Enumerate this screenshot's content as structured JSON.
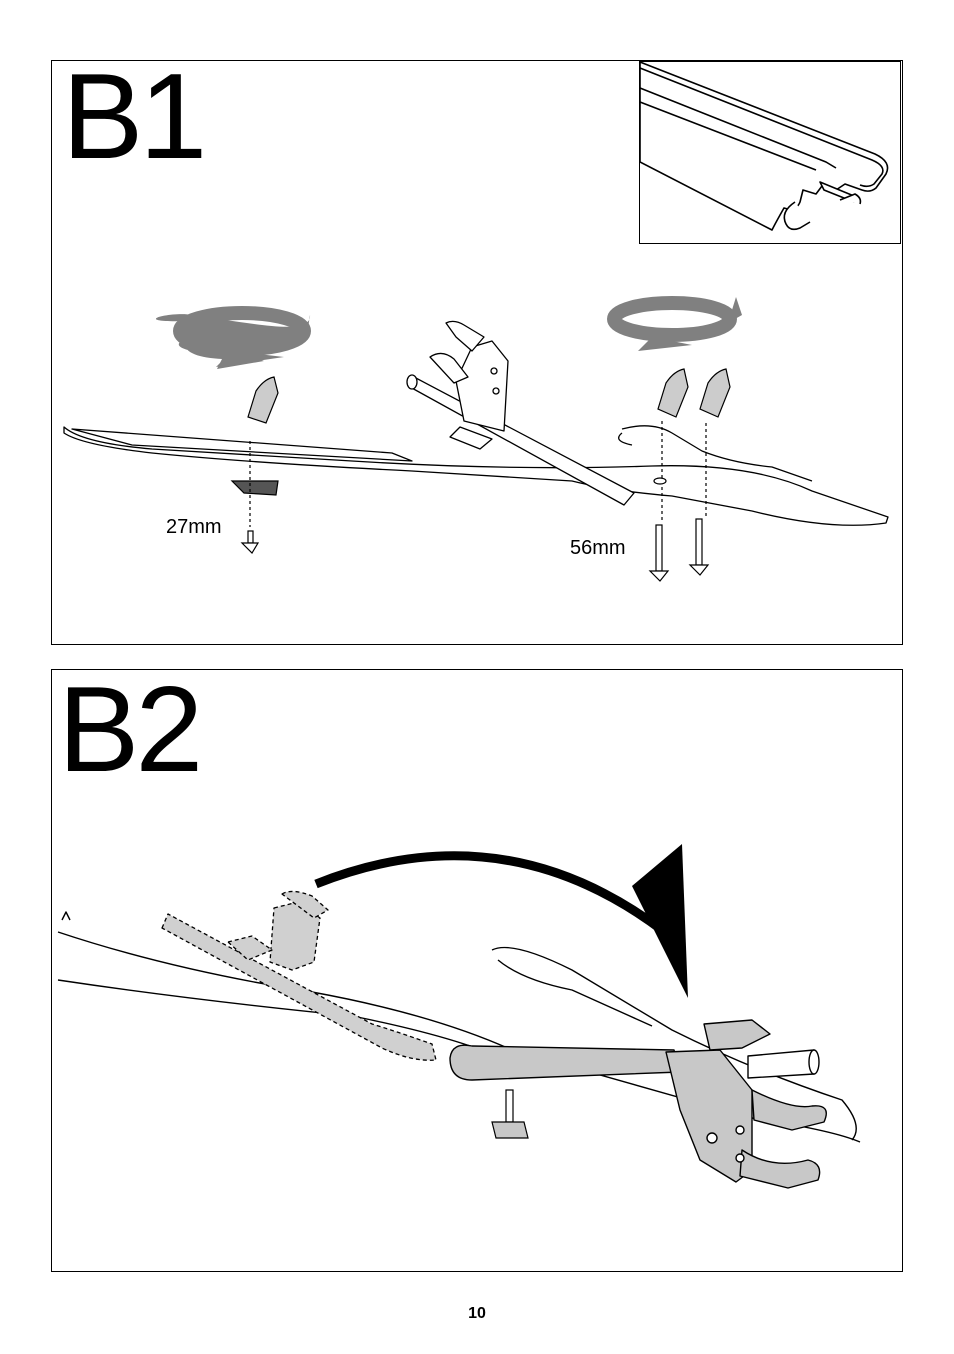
{
  "steps": {
    "b1": {
      "label": "B1",
      "dimensions": {
        "short_bolt": "27mm",
        "long_bolt": "56mm"
      }
    },
    "b2": {
      "label": "B2"
    }
  },
  "icons": {
    "rotation_arrow": "rotate-arrow-icon",
    "motion_arrow": "curved-arrow-icon"
  },
  "colors": {
    "line": "#000000",
    "arrow_grey": "#808080",
    "part_grey": "#c8c8c8",
    "ghost_grey": "#d0d0d0"
  },
  "footer": {
    "page_number": "10"
  }
}
